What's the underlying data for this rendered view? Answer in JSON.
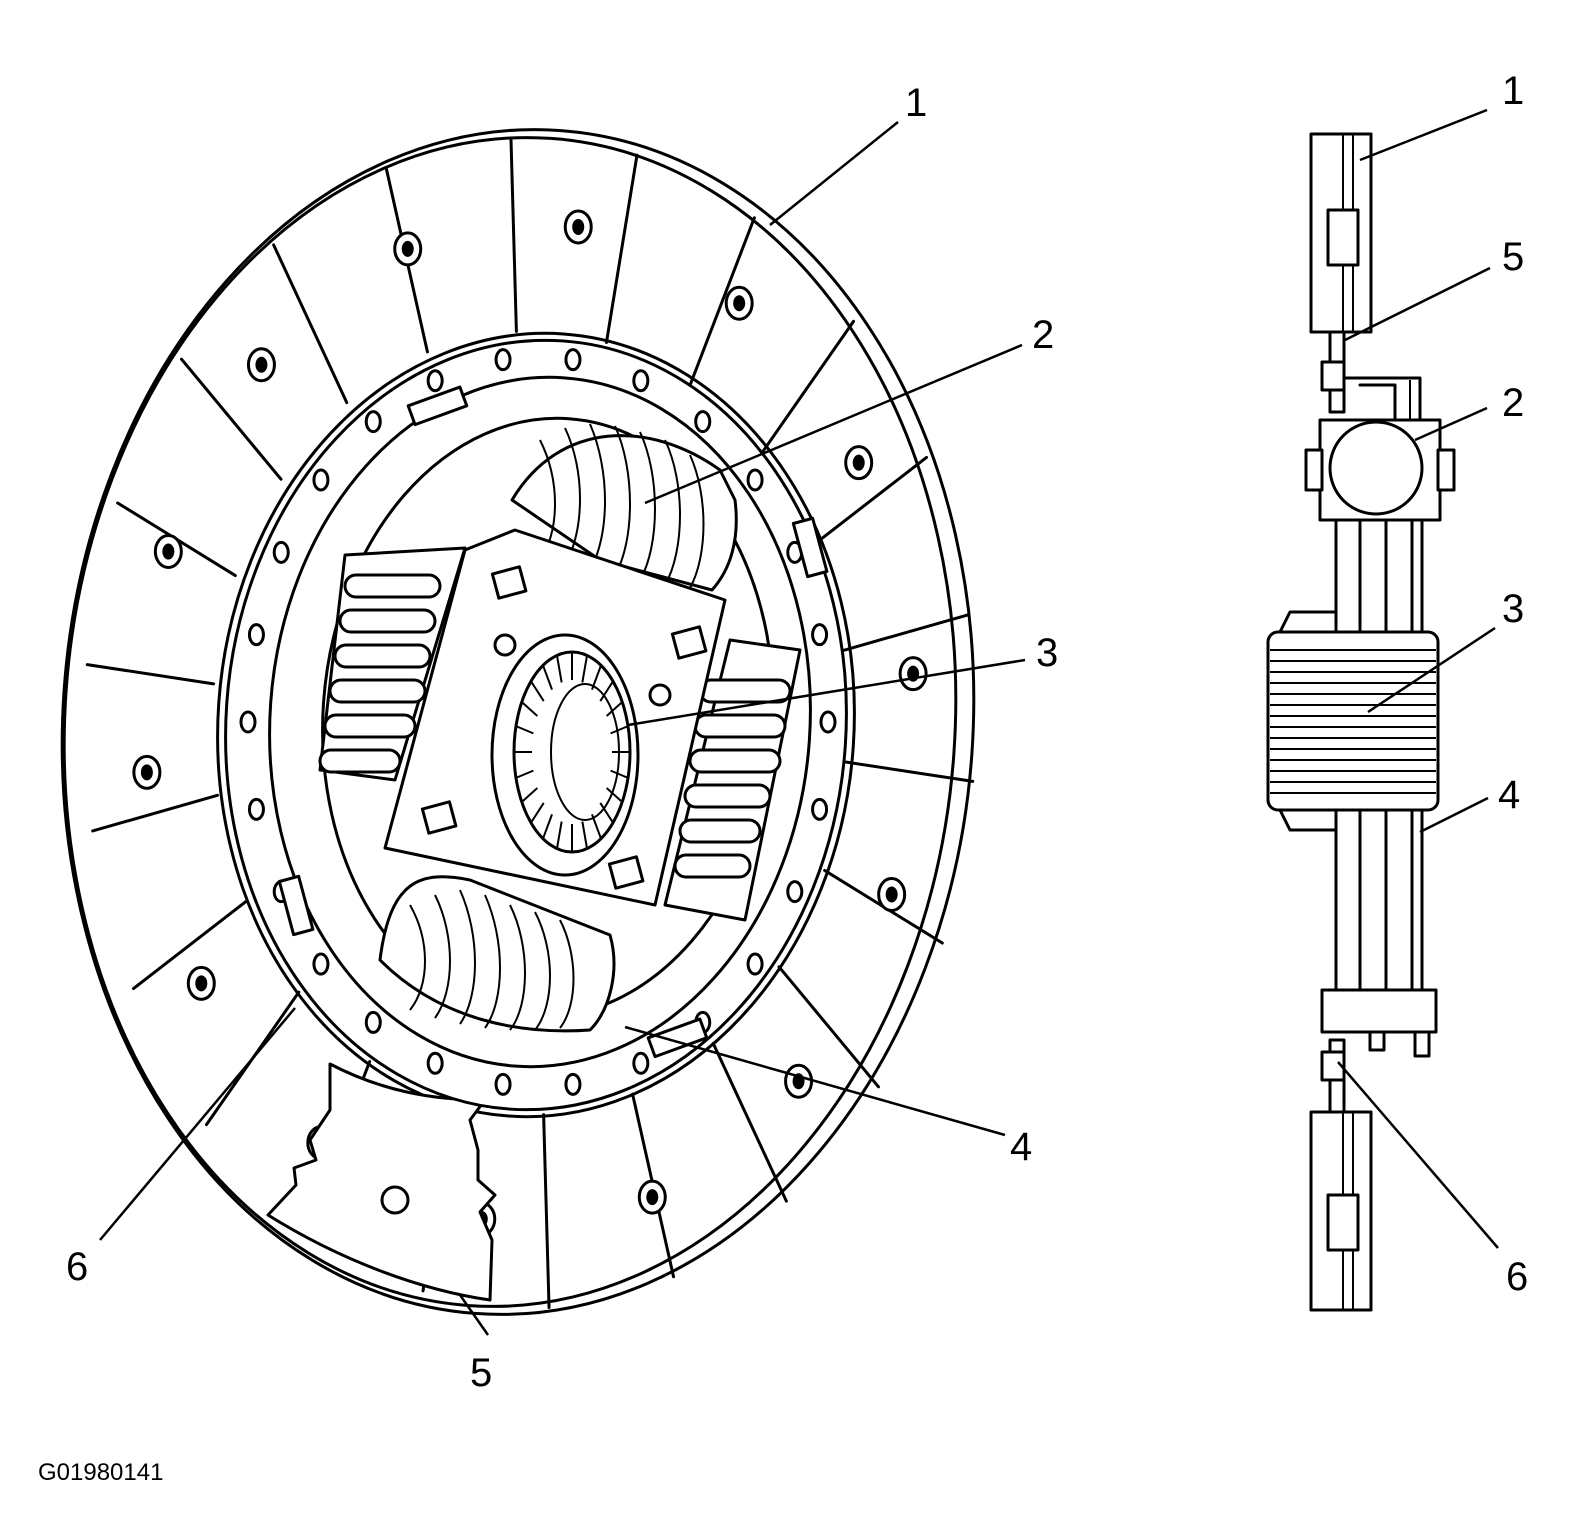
{
  "figure_id": "G01980141",
  "front_view": {
    "callouts": [
      "1",
      "2",
      "3",
      "4",
      "5",
      "6"
    ]
  },
  "side_view": {
    "callouts": [
      "1",
      "5",
      "2",
      "3",
      "4",
      "6"
    ]
  }
}
